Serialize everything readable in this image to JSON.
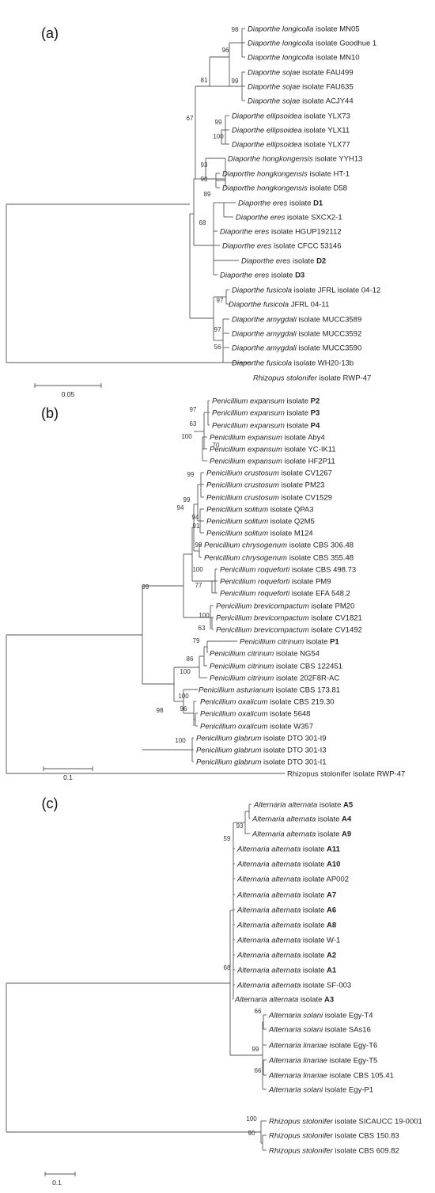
{
  "panels": [
    {
      "id": "a",
      "label": "(a)",
      "leaves": [
        {
          "sp": "Diaporthe longicolla",
          "rest": " isolate ",
          "id": "MN05"
        },
        {
          "sp": "Diaporthe longicolla",
          "rest": " isolate ",
          "id": "Goodhue 1"
        },
        {
          "sp": "Diaporthe longicolla",
          "rest": " isolate ",
          "id": "MN10"
        },
        {
          "sp": "Diaporthe sojae",
          "rest": " isolate ",
          "id": "FAU499"
        },
        {
          "sp": "Diaporthe sojae",
          "rest": " isolate ",
          "id": "FAU635"
        },
        {
          "sp": "Diaporthe sojae",
          "rest": " isolate ",
          "id": "ACJY44"
        },
        {
          "sp": "Diaporthe ellipsoidea",
          "rest": " isolate ",
          "id": "YLX73"
        },
        {
          "sp": "Diaporthe ellipsoidea",
          "rest": " isolate ",
          "id": "YLX11"
        },
        {
          "sp": "Diaporthe ellipsoidea",
          "rest": " isolate ",
          "id": "YLX77"
        },
        {
          "sp": "Diaporthe hongkongensis",
          "rest": " isolate ",
          "id": "YYH13"
        },
        {
          "sp": "Diaporthe hongkongensis",
          "rest": " isolate ",
          "id": "HT-1"
        },
        {
          "sp": "Diaporthe hongkongensis",
          "rest": " isolate ",
          "id": "D58"
        },
        {
          "sp": "Diaporthe eres",
          "rest": " isolate ",
          "id": "D1",
          "bold": true
        },
        {
          "sp": "Diaporthe eres",
          "rest": " isolate ",
          "id": "SXCX2-1"
        },
        {
          "sp": "Diaporthe eres",
          "rest": " isolate ",
          "id": "HGUP192112"
        },
        {
          "sp": "Diaporthe eres",
          "rest": " isolate ",
          "id": "CFCC 53146"
        },
        {
          "sp": "Diaporthe eres",
          "rest": " isolate ",
          "id": "D2",
          "bold": true
        },
        {
          "sp": "Diaporthe eres",
          "rest": " isolate ",
          "id": "D3",
          "bold": true
        },
        {
          "sp": "Diaporthe fusicola",
          "rest": " isolate ",
          "id": "JFRL isolate 04-12"
        },
        {
          "sp": "Diaporthe fusicola",
          "rest": " ",
          "id": "JFRL 04-11"
        },
        {
          "sp": "Diaporthe amygdali",
          "rest": " isolate ",
          "id": "MUCC3589"
        },
        {
          "sp": "Diaporthe amygdali",
          "rest": " isolate ",
          "id": "MUCC3592"
        },
        {
          "sp": "Diaporthe amygdali",
          "rest": " isolate ",
          "id": "MUCC3590"
        },
        {
          "sp": "Diaporthe fusicola",
          "rest": " isolate ",
          "id": "WH20-13b"
        },
        {
          "sp": "Rhizopus stolonifer",
          "rest": " isolate ",
          "id": "RWP-47"
        }
      ],
      "bootstraps": [
        "98",
        "96",
        "99",
        "81",
        "99",
        "100",
        "67",
        "93",
        "90",
        "89",
        "68",
        "97",
        "97",
        "56"
      ],
      "scale_label": "0.05"
    },
    {
      "id": "b",
      "label": "(b)",
      "leaves": [
        {
          "sp": "Penicillium expansum",
          "rest": " isolate ",
          "id": "P2",
          "bold": true
        },
        {
          "sp": "Penicillium expansum",
          "rest": " isolate ",
          "id": "P3",
          "bold": true
        },
        {
          "sp": "Penicillium expansum",
          "rest": " isolate ",
          "id": "P4",
          "bold": true
        },
        {
          "sp": "Penicillium expansum",
          "rest": " isolate ",
          "id": "Aby4"
        },
        {
          "sp": "Penicillium expansum",
          "rest": " isolate ",
          "id": "YC-IK11"
        },
        {
          "sp": "Penicillium expansum",
          "rest": " isolate ",
          "id": "HF2P11"
        },
        {
          "sp": "Penicillium crustosum",
          "rest": " isolate ",
          "id": "CV1267"
        },
        {
          "sp": "Penicillium crustosum",
          "rest": " isolate ",
          "id": "PM23"
        },
        {
          "sp": "Penicillium crustosum",
          "rest": " isolate ",
          "id": "CV1529"
        },
        {
          "sp": "Penicillium solitum",
          "rest": " isolate ",
          "id": "QPA3"
        },
        {
          "sp": "Penicillium solitum",
          "rest": " isolate ",
          "id": "Q2M5"
        },
        {
          "sp": "Penicillium solitum",
          "rest": " isolate ",
          "id": "M124"
        },
        {
          "sp": "Penicillium chrysogenum",
          "rest": " isolate ",
          "id": "CBS 306.48"
        },
        {
          "sp": "Penicillium chrysogenum",
          "rest": " isolate ",
          "id": "CBS 355.48"
        },
        {
          "sp": "Penicillium roqueforti",
          "rest": " isolate ",
          "id": "CBS 498.73"
        },
        {
          "sp": "Penicillium roqueforti",
          "rest": " isolate ",
          "id": "PM9"
        },
        {
          "sp": "Penicillium roqueforti",
          "rest": " isolate ",
          "id": "EFA 548.2"
        },
        {
          "sp": "Penicillium brevicompactum",
          "rest": " isolate ",
          "id": "PM20"
        },
        {
          "sp": "Penicillium brevicompactum",
          "rest": " isolate ",
          "id": "CV1821"
        },
        {
          "sp": "Penicillium brevicompactum",
          "rest": " isolate ",
          "id": "CV1492"
        },
        {
          "sp": "Penicillium citrinum",
          "rest": " isolate ",
          "id": "P1",
          "bold": true
        },
        {
          "sp": "Penicillium citrinum",
          "rest": " isolate ",
          "id": "NG54"
        },
        {
          "sp": "Penicillium citrinum",
          "rest": " isolate ",
          "id": "CBS 122451"
        },
        {
          "sp": "Penicillium citrinum",
          "rest": " isolate ",
          "id": "202F8R-AC"
        },
        {
          "sp": "Penicillium asturianum",
          "rest": " isolate ",
          "id": "CBS 173.81"
        },
        {
          "sp": "Penicillium oxalicum",
          "rest": " isolate ",
          "id": "CBS 219.30"
        },
        {
          "sp": "Penicillium oxalicum",
          "rest": " isolate ",
          "id": "5648"
        },
        {
          "sp": "Penicillium oxalicum",
          "rest": " isolate ",
          "id": "W357"
        },
        {
          "sp": "Penicillium glabrum",
          "rest": " isolate ",
          "id": "DTO 301-I9"
        },
        {
          "sp": "Penicillium glabrum",
          "rest": " isolate ",
          "id": "DTO 301-I3"
        },
        {
          "sp": "Penicillium glabrum",
          "rest": " isolate ",
          "id": "DTO 301-I1"
        },
        {
          "sp": "",
          "rest": "Rhizopus stolonifer isolate ",
          "id": "RWP-47"
        }
      ],
      "bootstraps": [
        "97",
        "63",
        "100",
        "70",
        "99",
        "99",
        "94",
        "91",
        "94",
        "99",
        "100",
        "77",
        "99",
        "100",
        "63",
        "79",
        "86",
        "100",
        "98",
        "100",
        "96",
        "100"
      ],
      "scale_label": "0.1"
    },
    {
      "id": "c",
      "label": "(c)",
      "leaves": [
        {
          "sp": "Alternaria alternata",
          "rest": " isolate ",
          "id": "A5",
          "bold": true
        },
        {
          "sp": "Alternaria alternata",
          "rest": " isolate ",
          "id": "A4",
          "bold": true
        },
        {
          "sp": "Alternaria alternata",
          "rest": " isolate ",
          "id": "A9",
          "bold": true
        },
        {
          "sp": "Alternaria alternata",
          "rest": " isolate ",
          "id": "A11",
          "bold": true
        },
        {
          "sp": "Alternaria alternata",
          "rest": " isolate ",
          "id": "A10",
          "bold": true
        },
        {
          "sp": "Alternaria alternata",
          "rest": " isolate ",
          "id": "AP002"
        },
        {
          "sp": "Alternaria alternata",
          "rest": " isolate ",
          "id": "A7",
          "bold": true
        },
        {
          "sp": "Alternaria alternata",
          "rest": " isolate ",
          "id": "A6",
          "bold": true
        },
        {
          "sp": "Alternaria alternata",
          "rest": " isolate ",
          "id": "A8",
          "bold": true
        },
        {
          "sp": "Alternaria alternata",
          "rest": " isolate ",
          "id": "W-1"
        },
        {
          "sp": "Alternaria alternata",
          "rest": " isolate ",
          "id": "A2",
          "bold": true
        },
        {
          "sp": "Alternaria alternata",
          "rest": " isolate ",
          "id": "A1",
          "bold": true
        },
        {
          "sp": "Alternaria alternata",
          "rest": " isolate ",
          "id": "SF-003"
        },
        {
          "sp": "Alternaria alternata",
          "rest": " isolate ",
          "id": "A3",
          "bold": true
        },
        {
          "sp": "Alternaria solani",
          "rest": " isolate ",
          "id": "Egy-T4"
        },
        {
          "sp": "Alternaria solani",
          "rest": " isolate ",
          "id": "SAs16"
        },
        {
          "sp": "Alternaria linariae",
          "rest": " isolate ",
          "id": "Egy-T6"
        },
        {
          "sp": "Alternaria linariae",
          "rest": " isolate ",
          "id": "Egy-T5"
        },
        {
          "sp": "Alternaria linariae",
          "rest": " isolate ",
          "id": "CBS 105.41"
        },
        {
          "sp": "Alternaria solani",
          "rest": " isolate ",
          "id": "Egy-P1"
        },
        {
          "sp": "Rhizopus stolonifer",
          "rest": " isolate ",
          "id": "SICAUCC 19-0001"
        },
        {
          "sp": "Rhizopus stolonifer",
          "rest": " isolate ",
          "id": "CBS 150.83"
        },
        {
          "sp": "Rhizopus stolonifer",
          "rest": " isolate ",
          "id": "CBS 609.82"
        }
      ],
      "bootstraps": [
        "93",
        "59",
        "68",
        "66",
        "99",
        "66",
        "100",
        "90"
      ],
      "scale_label": "0.1"
    }
  ]
}
